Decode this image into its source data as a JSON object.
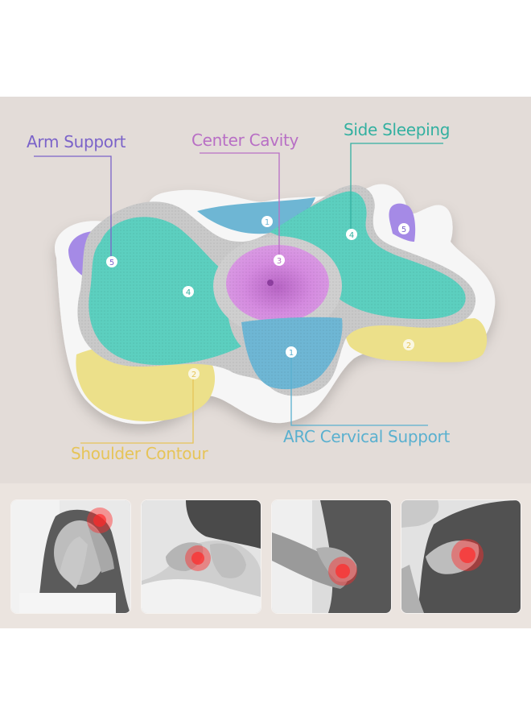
{
  "labels": {
    "arm_support": "Arm Support",
    "center_cavity": "Center Cavity",
    "side_sleeping": "Side Sleeping",
    "shoulder_contour": "Shoulder Contour",
    "arc_cervical_support": "ARC Cervical Support"
  },
  "zone_markers": {
    "top_arc": "1",
    "bottom_arc": "1",
    "left_shoulder": "2",
    "right_shoulder": "2",
    "center": "3",
    "left_wing": "4",
    "right_wing": "4",
    "left_arm": "5",
    "right_arm": "5"
  },
  "colors": {
    "background_panel": "#e3dcd8",
    "photo_strip": "#ebe4df",
    "arm_support": "#7b63c9",
    "center_cavity": "#b86fc5",
    "side_sleeping": "#33b0a0",
    "shoulder_contour": "#e6c458",
    "arc_cervical_support": "#5ab0cf",
    "zone_teal": "#5ccfbf",
    "zone_purple": "#a58ae6",
    "zone_pink": "#d58be0",
    "zone_blue": "#6eb6d4",
    "zone_yellow": "#ece08a",
    "pain_red": "#ff2a2a"
  },
  "photos": [
    {
      "subject": "woman-head-pain",
      "pain_area": "temple"
    },
    {
      "subject": "man-neck-pain",
      "pain_area": "neck"
    },
    {
      "subject": "man-arm-pain",
      "pain_area": "elbow"
    },
    {
      "subject": "man-shoulder-pain",
      "pain_area": "shoulder"
    }
  ]
}
